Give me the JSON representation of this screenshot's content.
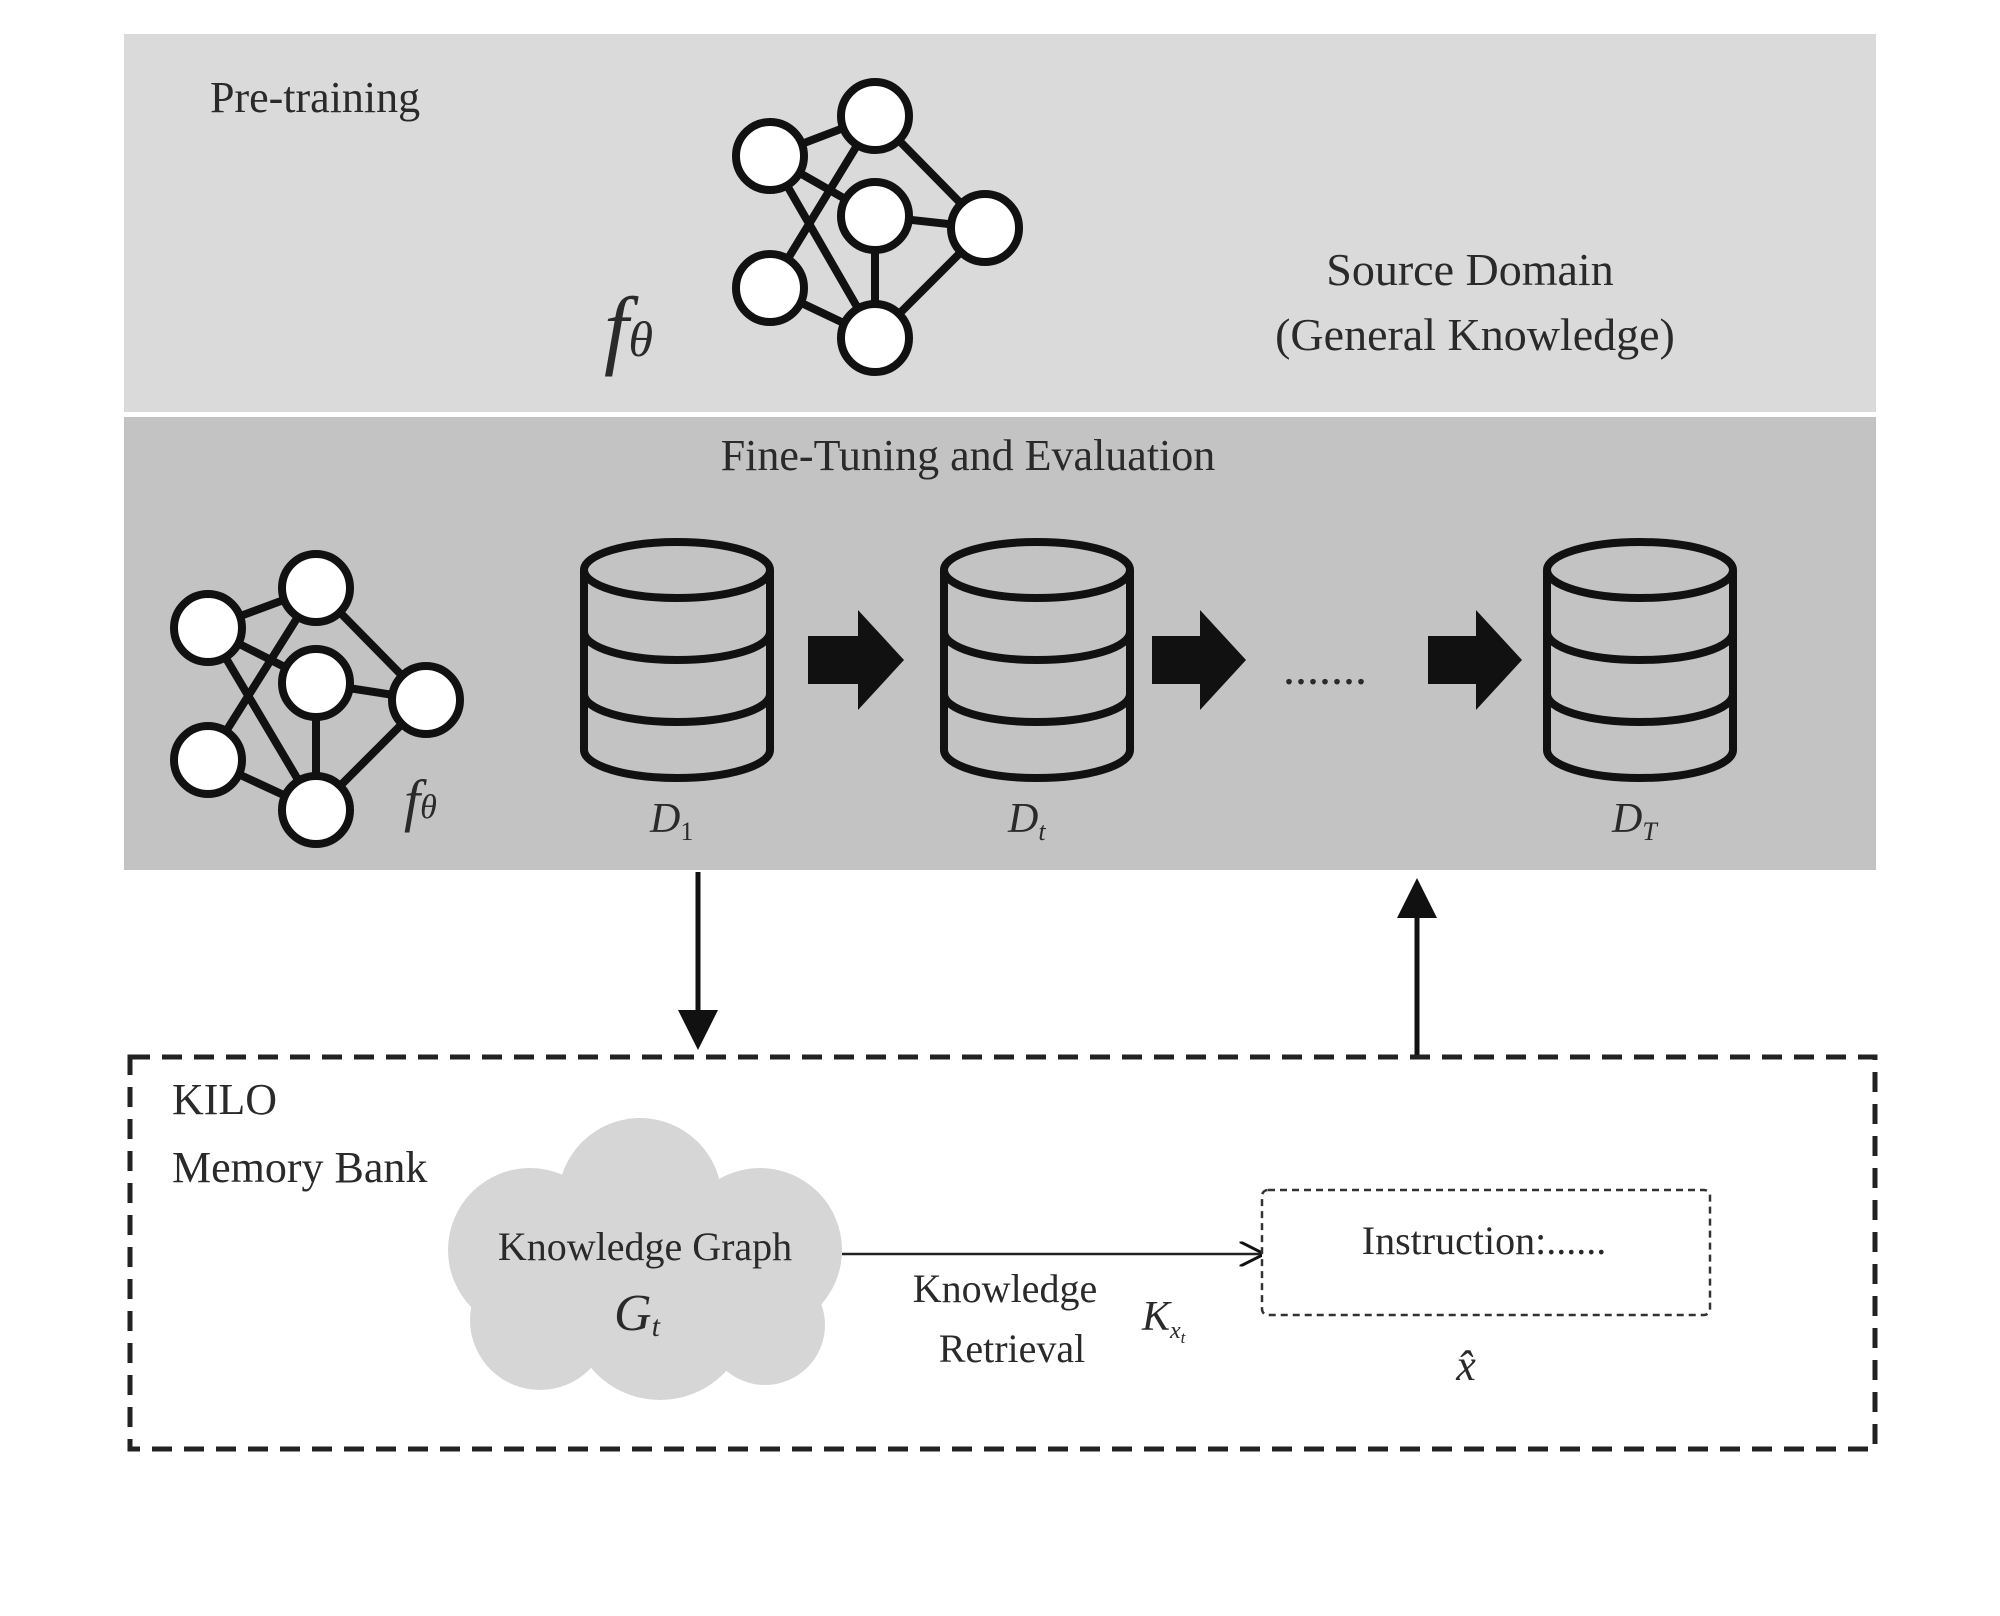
{
  "pretraining": {
    "title": "Pre-training",
    "model_symbol": "f",
    "model_subscript": "θ",
    "domain_line1": "Source Domain",
    "domain_line2": "(General Knowledge)"
  },
  "finetuning": {
    "title": "Fine-Tuning and Evaluation",
    "model_symbol": "f",
    "model_subscript": "θ",
    "datasets": [
      {
        "symbol": "D",
        "subscript": "1"
      },
      {
        "symbol": "D",
        "subscript": "t"
      },
      {
        "symbol": "D",
        "subscript": "T"
      }
    ],
    "ellipsis": "......."
  },
  "memory": {
    "name": "KILO",
    "subtitle": "Memory Bank",
    "graph_label": "Knowledge Graph",
    "graph_symbol": "G",
    "graph_subscript": "t",
    "retrieval_line1": "Knowledge",
    "retrieval_line2": "Retrieval",
    "k_symbol": "K",
    "k_subscript": "x",
    "k_subsubscript": "t",
    "instruction": "Instruction:......",
    "xhat": "x̂"
  },
  "colors": {
    "pretraining_bg": "#dadada",
    "finetuning_bg": "#c3c3c3",
    "cloud": "#d6d6d6"
  }
}
